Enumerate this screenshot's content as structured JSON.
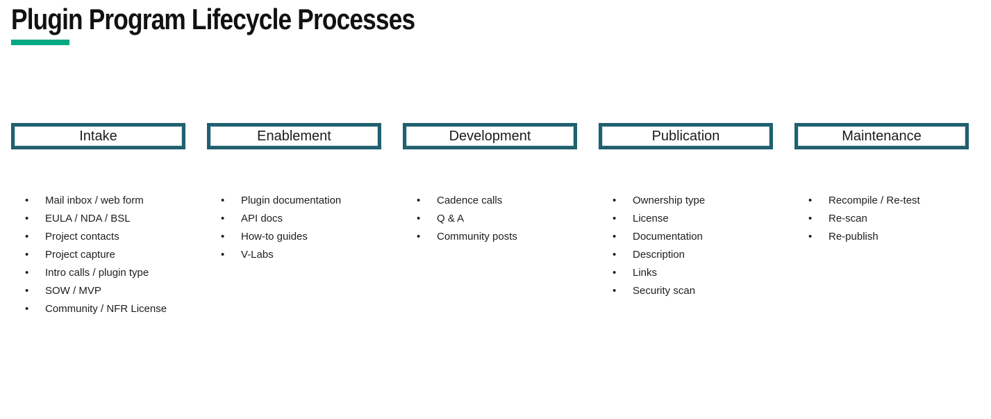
{
  "title": "Plugin Program Lifecycle Processes",
  "colors": {
    "accent_green": "#01A982",
    "box_border_teal": "#20606F",
    "text_dark": "#1B1B1B"
  },
  "columns": [
    {
      "id": "intake",
      "label": "Intake",
      "items": [
        "Mail inbox / web form",
        "EULA / NDA / BSL",
        "Project contacts",
        "Project capture",
        "Intro calls / plugin type",
        "SOW / MVP",
        "Community / NFR License"
      ]
    },
    {
      "id": "enablement",
      "label": "Enablement",
      "items": [
        "Plugin documentation",
        "API docs",
        "How-to guides",
        "V-Labs"
      ]
    },
    {
      "id": "development",
      "label": "Development",
      "items": [
        "Cadence calls",
        "Q & A",
        "Community posts"
      ]
    },
    {
      "id": "publication",
      "label": "Publication",
      "items": [
        "Ownership type",
        "License",
        "Documentation",
        "Description",
        "Links",
        "Security scan"
      ]
    },
    {
      "id": "maintenance",
      "label": "Maintenance",
      "items": [
        "Recompile / Re-test",
        "Re-scan",
        "Re-publish"
      ]
    }
  ]
}
